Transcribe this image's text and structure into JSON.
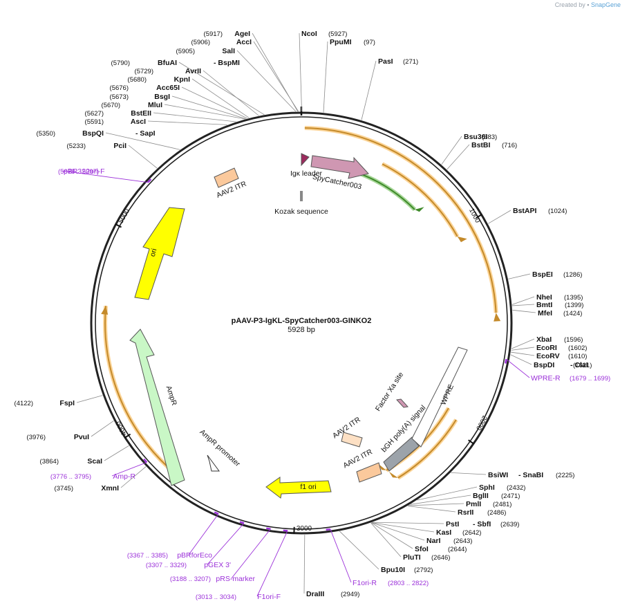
{
  "brand": {
    "created_by": "Created by",
    "name": "SnapGene"
  },
  "plasmid": {
    "name": "pAAV-P3-IgKL-SpyCatcher003-GINKO2",
    "size_label": "5928 bp",
    "length": 5928
  },
  "ticks": [
    "1000",
    "2000",
    "3000",
    "4000",
    "5000"
  ],
  "features": [
    {
      "name": "Igκ leader",
      "color": "#9c2b5e",
      "kind": "arrow"
    },
    {
      "name": "SpyCatcher003",
      "color": "#cf97b2",
      "kind": "arrow"
    },
    {
      "name": "Kozak sequence",
      "color": "#888888",
      "kind": "site"
    },
    {
      "name": "AAV2 ITR",
      "color": "#fbc99c",
      "kind": "box"
    },
    {
      "name": "ori",
      "color": "#ffff00",
      "kind": "arrow"
    },
    {
      "name": "AmpR",
      "color": "#c9f7c6",
      "kind": "arrow"
    },
    {
      "name": "AmpR promoter",
      "color": "#ffffff",
      "kind": "arrow"
    },
    {
      "name": "f1 ori",
      "color": "#ffff00",
      "kind": "arrow"
    },
    {
      "name": "AAV2 ITR",
      "color": "#fbc99c",
      "kind": "box"
    },
    {
      "name": "AAV2 ITR",
      "color": "#fde0c4",
      "kind": "box"
    },
    {
      "name": "bGH poly(A) signal",
      "color": "#9ca3aa",
      "kind": "box"
    },
    {
      "name": "WPRE",
      "color": "#ffffff",
      "kind": "box"
    },
    {
      "name": "Factor Xa site",
      "color": "#cf97b2",
      "kind": "site"
    }
  ],
  "enzymes": [
    {
      "name": "AgeI",
      "pos": "(5917)"
    },
    {
      "name": "AccI",
      "pos": "(5906)"
    },
    {
      "name": "SalI",
      "pos": "(5905)"
    },
    {
      "name": "BfuAI",
      "pos": "(5790)"
    },
    {
      "name": "- BspMI",
      "pos": ""
    },
    {
      "name": "AvrII",
      "pos": "(5729)"
    },
    {
      "name": "KpnI",
      "pos": "(5680)"
    },
    {
      "name": "Acc65I",
      "pos": "(5676)"
    },
    {
      "name": "BsgI",
      "pos": "(5673)"
    },
    {
      "name": "MluI",
      "pos": "(5670)"
    },
    {
      "name": "BstEII",
      "pos": "(5627)"
    },
    {
      "name": "AscI",
      "pos": "(5591)"
    },
    {
      "name": "BspQI",
      "pos": "(5350)"
    },
    {
      "name": "- SapI",
      "pos": ""
    },
    {
      "name": "PciI",
      "pos": "(5233)"
    },
    {
      "name": "NcoI",
      "pos": "(5927)"
    },
    {
      "name": "PpuMI",
      "pos": "(97)"
    },
    {
      "name": "PasI",
      "pos": "(271)"
    },
    {
      "name": "Bsu36I",
      "pos": "(683)"
    },
    {
      "name": "BstBI",
      "pos": "(716)"
    },
    {
      "name": "BstAPI",
      "pos": "(1024)"
    },
    {
      "name": "BspEI",
      "pos": "(1286)"
    },
    {
      "name": "NheI",
      "pos": "(1395)"
    },
    {
      "name": "BmtI",
      "pos": "(1399)"
    },
    {
      "name": "MfeI",
      "pos": "(1424)"
    },
    {
      "name": "XbaI",
      "pos": "(1596)"
    },
    {
      "name": "EcoRI",
      "pos": "(1602)"
    },
    {
      "name": "EcoRV",
      "pos": "(1610)"
    },
    {
      "name": "BspDI",
      "pos": "(1621)"
    },
    {
      "name": "- ClaI",
      "pos": ""
    },
    {
      "name": "BsiWI",
      "pos": ""
    },
    {
      "name": "- SnaBI",
      "pos": "(2225)"
    },
    {
      "name": "SphI",
      "pos": "(2432)"
    },
    {
      "name": "BglII",
      "pos": "(2471)"
    },
    {
      "name": "PmlI",
      "pos": "(2481)"
    },
    {
      "name": "RsrII",
      "pos": "(2486)"
    },
    {
      "name": "PstI",
      "pos": ""
    },
    {
      "name": "- SbfI",
      "pos": "(2639)"
    },
    {
      "name": "KasI",
      "pos": "(2642)"
    },
    {
      "name": "NarI",
      "pos": "(2643)"
    },
    {
      "name": "SfoI",
      "pos": "(2644)"
    },
    {
      "name": "PluTI",
      "pos": "(2646)"
    },
    {
      "name": "Bpu10I",
      "pos": "(2792)"
    },
    {
      "name": "DraIII",
      "pos": "(2949)"
    },
    {
      "name": "XmnI",
      "pos": "(3745)"
    },
    {
      "name": "ScaI",
      "pos": "(3864)"
    },
    {
      "name": "PvuI",
      "pos": "(3976)"
    },
    {
      "name": "FspI",
      "pos": "(4122)"
    }
  ],
  "primers": [
    {
      "name": "pBR322ori-F",
      "pos": "(5078 .. 5097)"
    },
    {
      "name": "WPRE-R",
      "pos": "(1679 .. 1699)"
    },
    {
      "name": "F1ori-R",
      "pos": "(2803 .. 2822)"
    },
    {
      "name": "F1ori-F",
      "pos": "(3013 .. 3034)"
    },
    {
      "name": "pRS-marker",
      "pos": "(3188 .. 3207)"
    },
    {
      "name": "pGEX 3'",
      "pos": "(3307 .. 3329)"
    },
    {
      "name": "pBRforEco",
      "pos": "(3367 .. 3385)"
    },
    {
      "name": "Amp-R",
      "pos": "(3776 .. 3795)"
    }
  ],
  "colors": {
    "backbone": "#222222",
    "orf": "#f7b041",
    "orf_fill": "#c48a2a",
    "green_orf": "#5fb544",
    "primer": "#9b30d9"
  }
}
